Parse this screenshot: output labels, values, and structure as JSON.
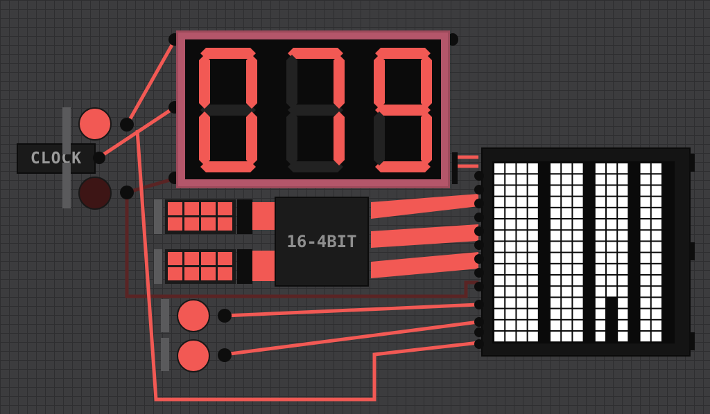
{
  "clock": {
    "label": "CLOCK"
  },
  "decoder": {
    "label": "16-4BIT"
  },
  "display": {
    "digits": [
      "0",
      "7",
      "9"
    ],
    "lit_color": "#f25954",
    "unlit_color": "#222222"
  },
  "colors": {
    "wire_on": "#f25954",
    "wire_off": "#5a2424",
    "chip": "#1b1b1b",
    "board": "#3c3c3e",
    "display_frame": "#b4566a"
  },
  "buttons": [
    {
      "id": "button-1",
      "state": "on"
    },
    {
      "id": "button-2",
      "state": "off"
    },
    {
      "id": "button-3",
      "state": "on"
    },
    {
      "id": "button-4",
      "state": "on"
    }
  ],
  "dip_switches": [
    {
      "bits": [
        1,
        1,
        1,
        1,
        1,
        1,
        1,
        1
      ]
    },
    {
      "bits": [
        1,
        1,
        1,
        1,
        1,
        1,
        1,
        1
      ]
    }
  ],
  "matrix": {
    "columns": 16,
    "rows": 16,
    "black_columns": [
      4,
      8,
      12,
      15
    ],
    "black_cells": [
      [
        10,
        12
      ],
      [
        10,
        13
      ],
      [
        10,
        14
      ],
      [
        10,
        15
      ]
    ],
    "white_cells": [
      [
        11,
        13
      ]
    ]
  }
}
